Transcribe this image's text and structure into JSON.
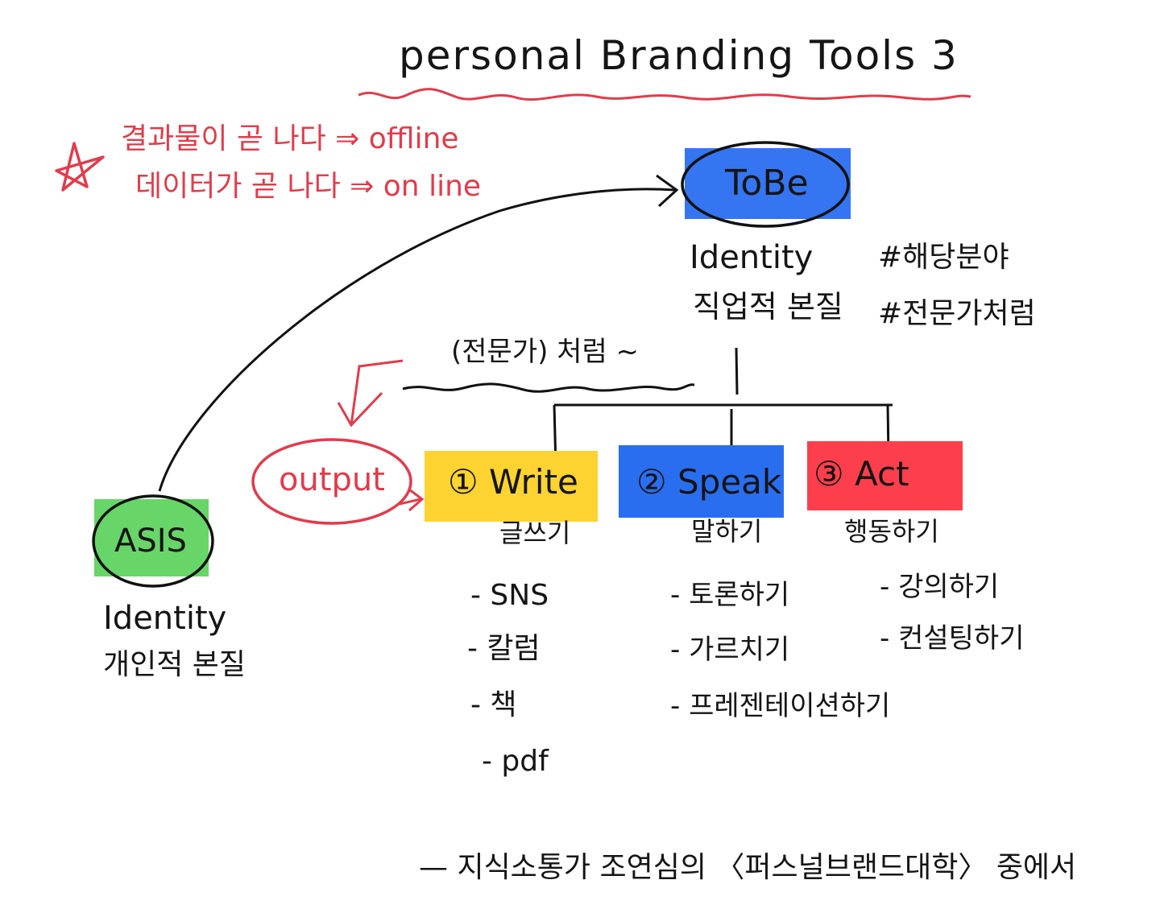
{
  "title": "personal Branding Tools 3",
  "star_icon": "star-icon",
  "red_notes": [
    {
      "text": "결과물이 곧 나다 ⇒ offline"
    },
    {
      "text": "데이터가 곧 나다 ⇒ on line"
    }
  ],
  "tobe": {
    "label": "ToBe",
    "line1": "Identity",
    "line2": "직업적 본질",
    "tags": [
      "#해당분야",
      "#전문가처럼"
    ]
  },
  "asis": {
    "label": "ASIS",
    "line1": "Identity",
    "line2": "개인적 본질"
  },
  "expert_note": "(전문가) 처럼 ~",
  "output_label": "output",
  "branches": [
    {
      "label": "① Write",
      "sub": "글쓰기",
      "items": [
        "- SNS",
        "- 칼럼",
        "- 책",
        "- pdf"
      ]
    },
    {
      "label": "② Speak",
      "sub": "말하기",
      "items": [
        "- 토론하기",
        "- 가르치기",
        "- 프레젠테이션하기"
      ]
    },
    {
      "label": "③ Act",
      "sub": "행동하기",
      "items": [
        "- 강의하기",
        "- 컨설팅하기"
      ]
    }
  ],
  "footer": "— 지식소통가 조연심의 〈퍼스널브랜드대학〉 중에서",
  "colors": {
    "ink": "#151515",
    "red": "#e23b4b",
    "blue": "#2a6ef0",
    "yellow": "#fcd330",
    "red_box": "#fd3e4c",
    "green": "#5fd35f"
  }
}
